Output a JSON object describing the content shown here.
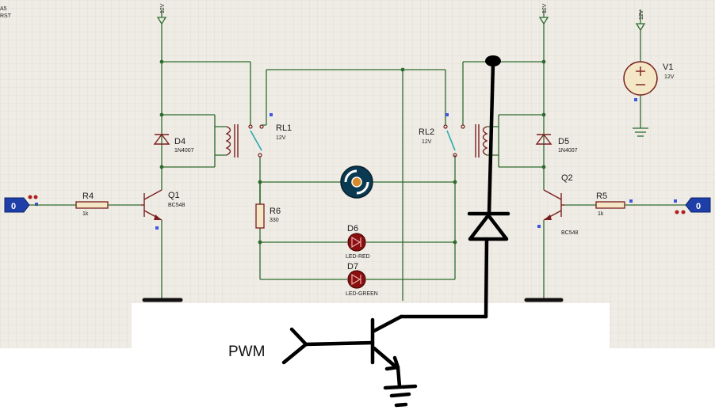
{
  "colors": {
    "grid_bg": "#eeece4",
    "grid_line": "#d7d5c9",
    "wire": "#2e6b2e",
    "component": "#7a1e1e",
    "pin_dot": "#3d55e0",
    "terminal": "#1f3fa8",
    "led_body": "#b01e1e",
    "hand_ink": "#000000",
    "whiteout": "#ffffff"
  },
  "top_left_fragments": [
    "A5",
    "RST"
  ],
  "supply_labels": {
    "left": "12V",
    "right": "12V",
    "source": "12V"
  },
  "components": {
    "d4": {
      "ref": "D4",
      "value": "1N4007"
    },
    "d5": {
      "ref": "D5",
      "value": "1N4007"
    },
    "rl1": {
      "ref": "RL1",
      "value": "12V"
    },
    "rl2": {
      "ref": "RL2",
      "value": "12V"
    },
    "q1": {
      "ref": "Q1",
      "value": "BC548"
    },
    "q2": {
      "ref": "Q2",
      "value": "BC548"
    },
    "r4": {
      "ref": "R4",
      "value": "1k"
    },
    "r5": {
      "ref": "R5",
      "value": "1k"
    },
    "r6": {
      "ref": "R6",
      "value": "330"
    },
    "d6": {
      "ref": "D6",
      "value": "LED-RED"
    },
    "d7": {
      "ref": "D7",
      "value": "LED-GREEN"
    },
    "v1": {
      "ref": "V1",
      "value": "12V"
    }
  },
  "terminals": {
    "left": "0",
    "right": "0"
  },
  "hand_drawn": {
    "pwm_label": "PWM"
  },
  "icons": {
    "motor": "motor-icon",
    "ground": "ground-icon",
    "diode": "diode-icon",
    "led": "led-icon",
    "relay": "relay-coil-icon",
    "transistor": "npn-transistor-icon",
    "voltage_source": "dc-source-icon"
  }
}
